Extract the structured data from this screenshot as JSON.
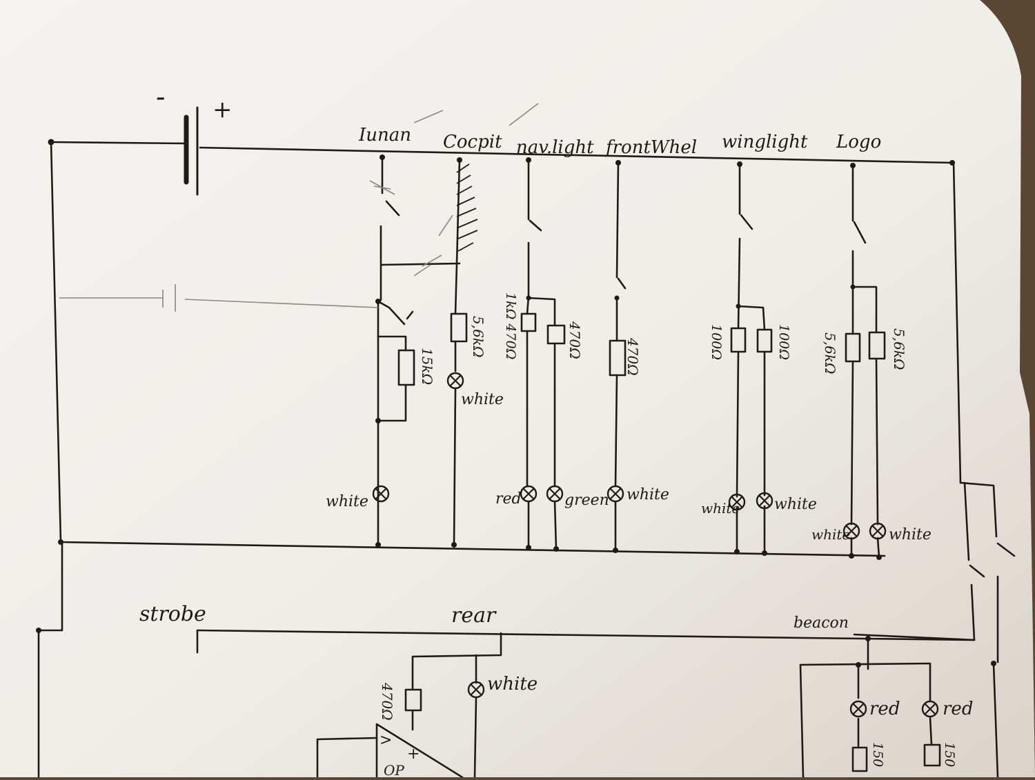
{
  "battery": {
    "minus": "-",
    "plus": "+"
  },
  "branches": {
    "landing": "Iunan",
    "cockpit": "Cocpit",
    "nav": "nav.light",
    "front": "frontWhel",
    "wing": "winglight",
    "logo": "Logo"
  },
  "resistors": {
    "r_landing": "15kΩ",
    "r_cockpit": "5,6kΩ",
    "r_nav1": "1kΩ 470Ω",
    "r_nav2": "470Ω",
    "r_front": "470Ω",
    "r_wing1": "100Ω",
    "r_wing2": "100Ω",
    "r_logo1": "5,6kΩ",
    "r_logo2": "5,6kΩ",
    "r_rear": "470Ω",
    "r_beacon1": "150",
    "r_beacon2": "150"
  },
  "lamps": {
    "landing": "white",
    "cockpit": "white",
    "nav_red": "red",
    "nav_green": "green",
    "front": "white",
    "wing1": "white",
    "wing2": "white",
    "logo1": "white",
    "logo2": "white",
    "rear": "white",
    "beacon1": "red",
    "beacon2": "red"
  },
  "lower": {
    "strobe": "strobe",
    "rear": "rear",
    "beacon": "beacon"
  },
  "opamp": {
    "minus": ">",
    "plus": "+",
    "label": "OP"
  },
  "colors": {
    "ink": "#1f1a16",
    "pencil": "#8a8680",
    "paper": "#f2f0ec",
    "background": "#5a4632"
  }
}
